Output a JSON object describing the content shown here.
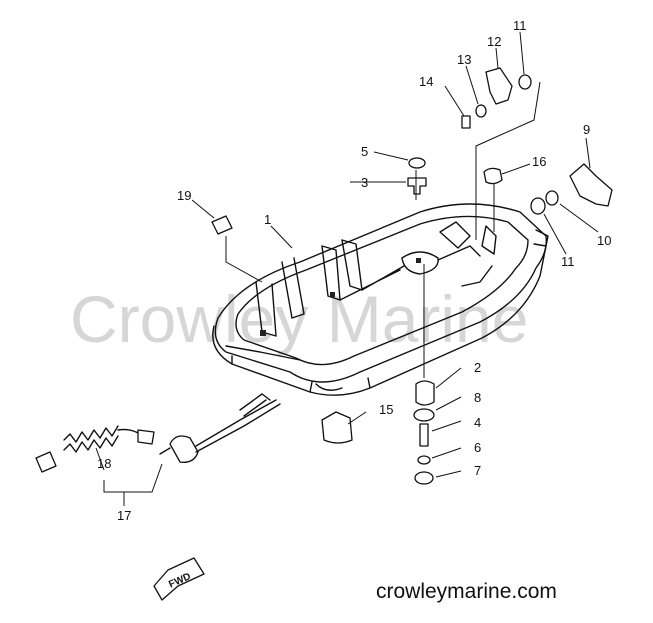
{
  "watermark": "Crowley Marine",
  "site": "crowleymarine.com",
  "fwd_label": "FWD",
  "callouts": {
    "c1": "1",
    "c2": "2",
    "c3": "3",
    "c4": "4",
    "c5": "5",
    "c6": "6",
    "c7": "7",
    "c8": "8",
    "c9": "9",
    "c10": "10",
    "c11a": "11",
    "c11b": "11",
    "c12": "12",
    "c13": "13",
    "c14": "14",
    "c15": "15",
    "c16": "16",
    "c17": "17",
    "c18": "18",
    "c19": "19"
  }
}
